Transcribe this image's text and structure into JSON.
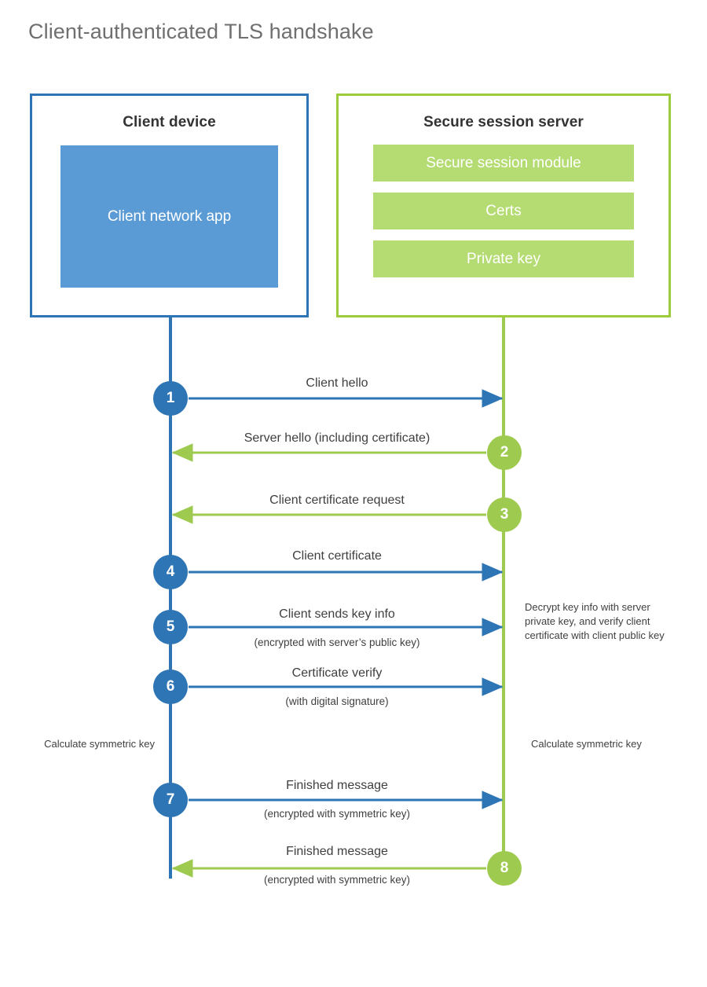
{
  "title": "Client-authenticated TLS handshake",
  "colors": {
    "client_border": "#2E75B6",
    "client_fill": "#5B9BD5",
    "server_border": "#9CCB3C",
    "server_fill": "#B5DB73",
    "client_accent": "#2E75B6",
    "server_accent": "#9ECB4F",
    "text": "#3f3f3f",
    "title_text": "#6f6f6f",
    "background": "#ffffff"
  },
  "participants": {
    "client": {
      "title": "Client device",
      "blocks": [
        {
          "label": "Client network app"
        }
      ]
    },
    "server": {
      "title": "Secure session server",
      "blocks": [
        {
          "label": "Secure session module"
        },
        {
          "label": "Certs"
        },
        {
          "label": "Private key"
        }
      ]
    }
  },
  "chart_data": {
    "type": "sequence-diagram",
    "title": "Client-authenticated TLS handshake",
    "actors": [
      "Client device",
      "Secure session server"
    ],
    "steps": [
      {
        "number": "1",
        "label": "Client hello",
        "sublabel": "",
        "from": "client",
        "to": "server",
        "direction": "right",
        "color": "#2E75B6"
      },
      {
        "number": "2",
        "label": "Server hello (including certificate)",
        "sublabel": "",
        "from": "server",
        "to": "client",
        "direction": "left",
        "color": "#9ECB4F"
      },
      {
        "number": "3",
        "label": "Client certificate request",
        "sublabel": "",
        "from": "server",
        "to": "client",
        "direction": "left",
        "color": "#9ECB4F"
      },
      {
        "number": "4",
        "label": "Client certificate",
        "sublabel": "",
        "from": "client",
        "to": "server",
        "direction": "right",
        "color": "#2E75B6"
      },
      {
        "number": "5",
        "label": "Client sends key info",
        "sublabel": "(encrypted with server’s public key)",
        "from": "client",
        "to": "server",
        "direction": "right",
        "color": "#2E75B6"
      },
      {
        "number": "6",
        "label": "Certificate verify",
        "sublabel": "(with digital signature)",
        "from": "client",
        "to": "server",
        "direction": "right",
        "color": "#2E75B6"
      },
      {
        "number": "7",
        "label": "Finished message",
        "sublabel": "(encrypted with symmetric key)",
        "from": "client",
        "to": "server",
        "direction": "right",
        "color": "#2E75B6"
      },
      {
        "number": "8",
        "label": "Finished message",
        "sublabel": "(encrypted with symmetric key)",
        "from": "server",
        "to": "client",
        "direction": "left",
        "color": "#9ECB4F"
      }
    ],
    "notes": [
      {
        "id": "server-decrypt-note",
        "side": "server",
        "text": "Decrypt key info with server private key, and verify client certificate with client public key"
      },
      {
        "id": "client-calc-note",
        "side": "client",
        "text": "Calculate symmetric key"
      },
      {
        "id": "server-calc-note",
        "side": "server",
        "text": "Calculate symmetric key"
      }
    ]
  }
}
